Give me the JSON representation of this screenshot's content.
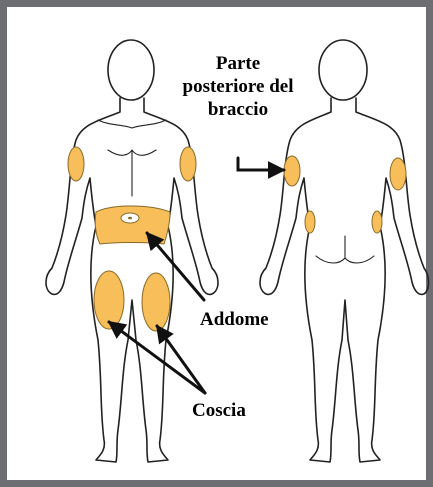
{
  "labels": {
    "back_of_arm": [
      "Parte",
      "posteriore del",
      "braccio"
    ],
    "abdomen": "Addome",
    "thigh": "Coscia"
  },
  "colors": {
    "border": "#6d6e71",
    "outline": "#222222",
    "injection_site_fill": "#f7be5a",
    "injection_site_stroke": "#8a6a2a"
  },
  "icons": {
    "front_figure": "human-body-front",
    "back_figure": "human-body-back",
    "pointer": "arrow"
  }
}
